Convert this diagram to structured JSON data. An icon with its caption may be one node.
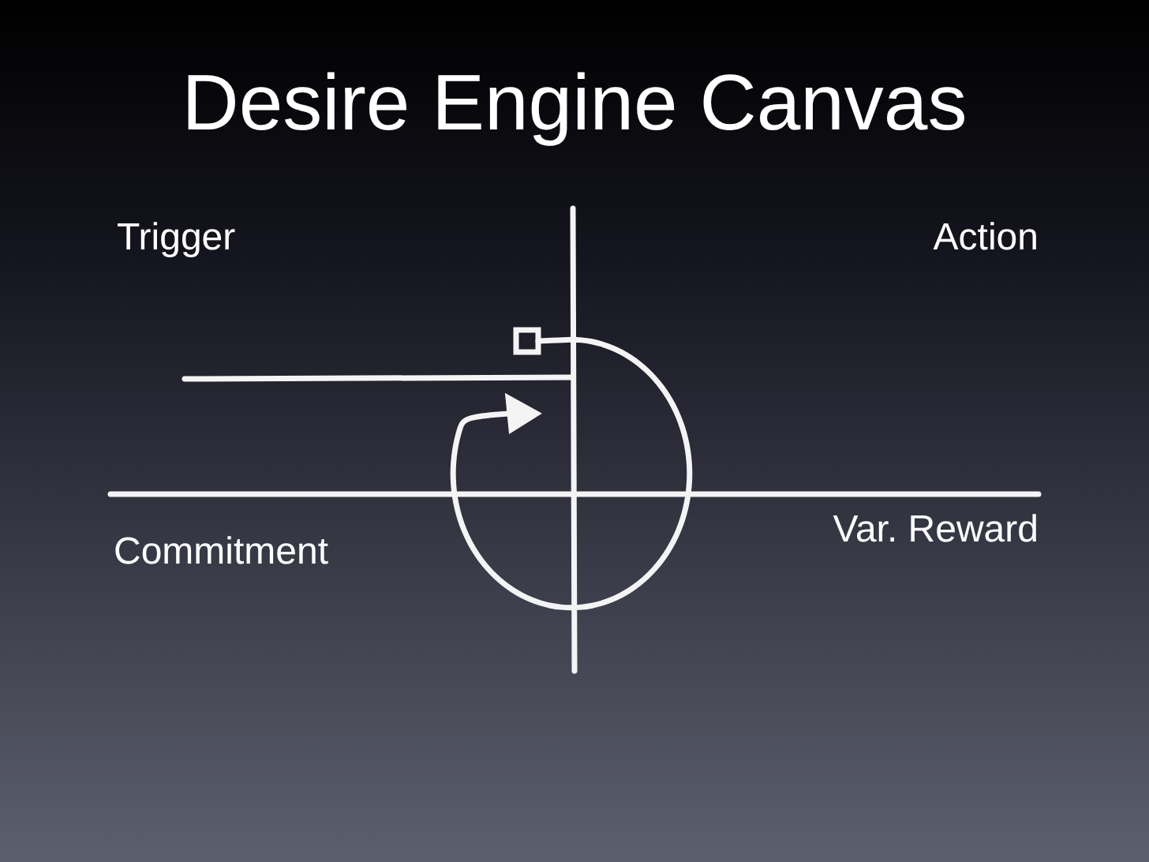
{
  "diagram": {
    "title": "Desire Engine Canvas",
    "labels": [
      "Trigger",
      "Action",
      "Commitment",
      "Var. Reward"
    ]
  }
}
